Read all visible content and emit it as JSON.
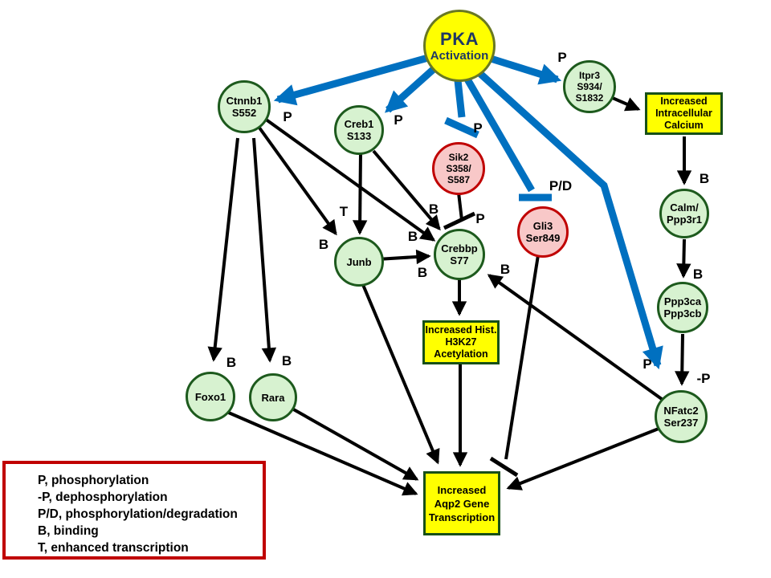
{
  "nodes": {
    "pka": {
      "line1": "PKA",
      "line2": "Activation"
    },
    "ctnnb1": {
      "line1": "Ctnnb1",
      "line2": "S552"
    },
    "creb1": {
      "line1": "Creb1",
      "line2": "S133"
    },
    "itpr3": {
      "line1": "Itpr3",
      "line2": "S934/",
      "line3": "S1832"
    },
    "sik2": {
      "line1": "Sik2",
      "line2": "S358/",
      "line3": "S587"
    },
    "gli3": {
      "line1": "Gli3",
      "line2": "Ser849"
    },
    "junb": {
      "line1": "Junb"
    },
    "crebbp": {
      "line1": "Crebbp",
      "line2": "S77"
    },
    "calm": {
      "line1": "Calm/",
      "line2": "Ppp3r1"
    },
    "ppp3": {
      "line1": "Ppp3ca",
      "line2": "Ppp3cb"
    },
    "foxo1": {
      "line1": "Foxo1"
    },
    "rara": {
      "line1": "Rara"
    },
    "nfatc2": {
      "line1": "NFatc2",
      "line2": "Ser237"
    }
  },
  "boxes": {
    "calcium": {
      "line1": "Increased",
      "line2": "Intracellular",
      "line3": "Calcium"
    },
    "h3k27": {
      "line1": "Increased Hist.",
      "line2": "H3K27",
      "line3": "Acetylation"
    },
    "aqp2": {
      "line1": "Increased",
      "line2": "Aqp2 Gene",
      "line3": "Transcription"
    }
  },
  "edge_labels": {
    "p": "P",
    "b": "B",
    "t": "T",
    "pd": "P/D",
    "minus_p": "-P"
  },
  "legend": {
    "items": [
      "P, phosphorylation",
      "-P, dephosphorylation",
      "P/D, phosphorylation/degradation",
      "B, binding",
      "T, enhanced transcription"
    ]
  },
  "colors": {
    "activation_blue": "#0070C0",
    "node_green_fill": "#d7f2d0",
    "node_green_border": "#1d5a1d",
    "node_pink_fill": "#f8c8c8",
    "node_pink_border": "#c00000",
    "box_yellow": "#ffff00",
    "box_border_green": "#175017",
    "pka_border_olive": "#697823",
    "pka_text_navy": "#1f3864",
    "legend_border_red": "#c00000",
    "edge_black": "#000000"
  }
}
